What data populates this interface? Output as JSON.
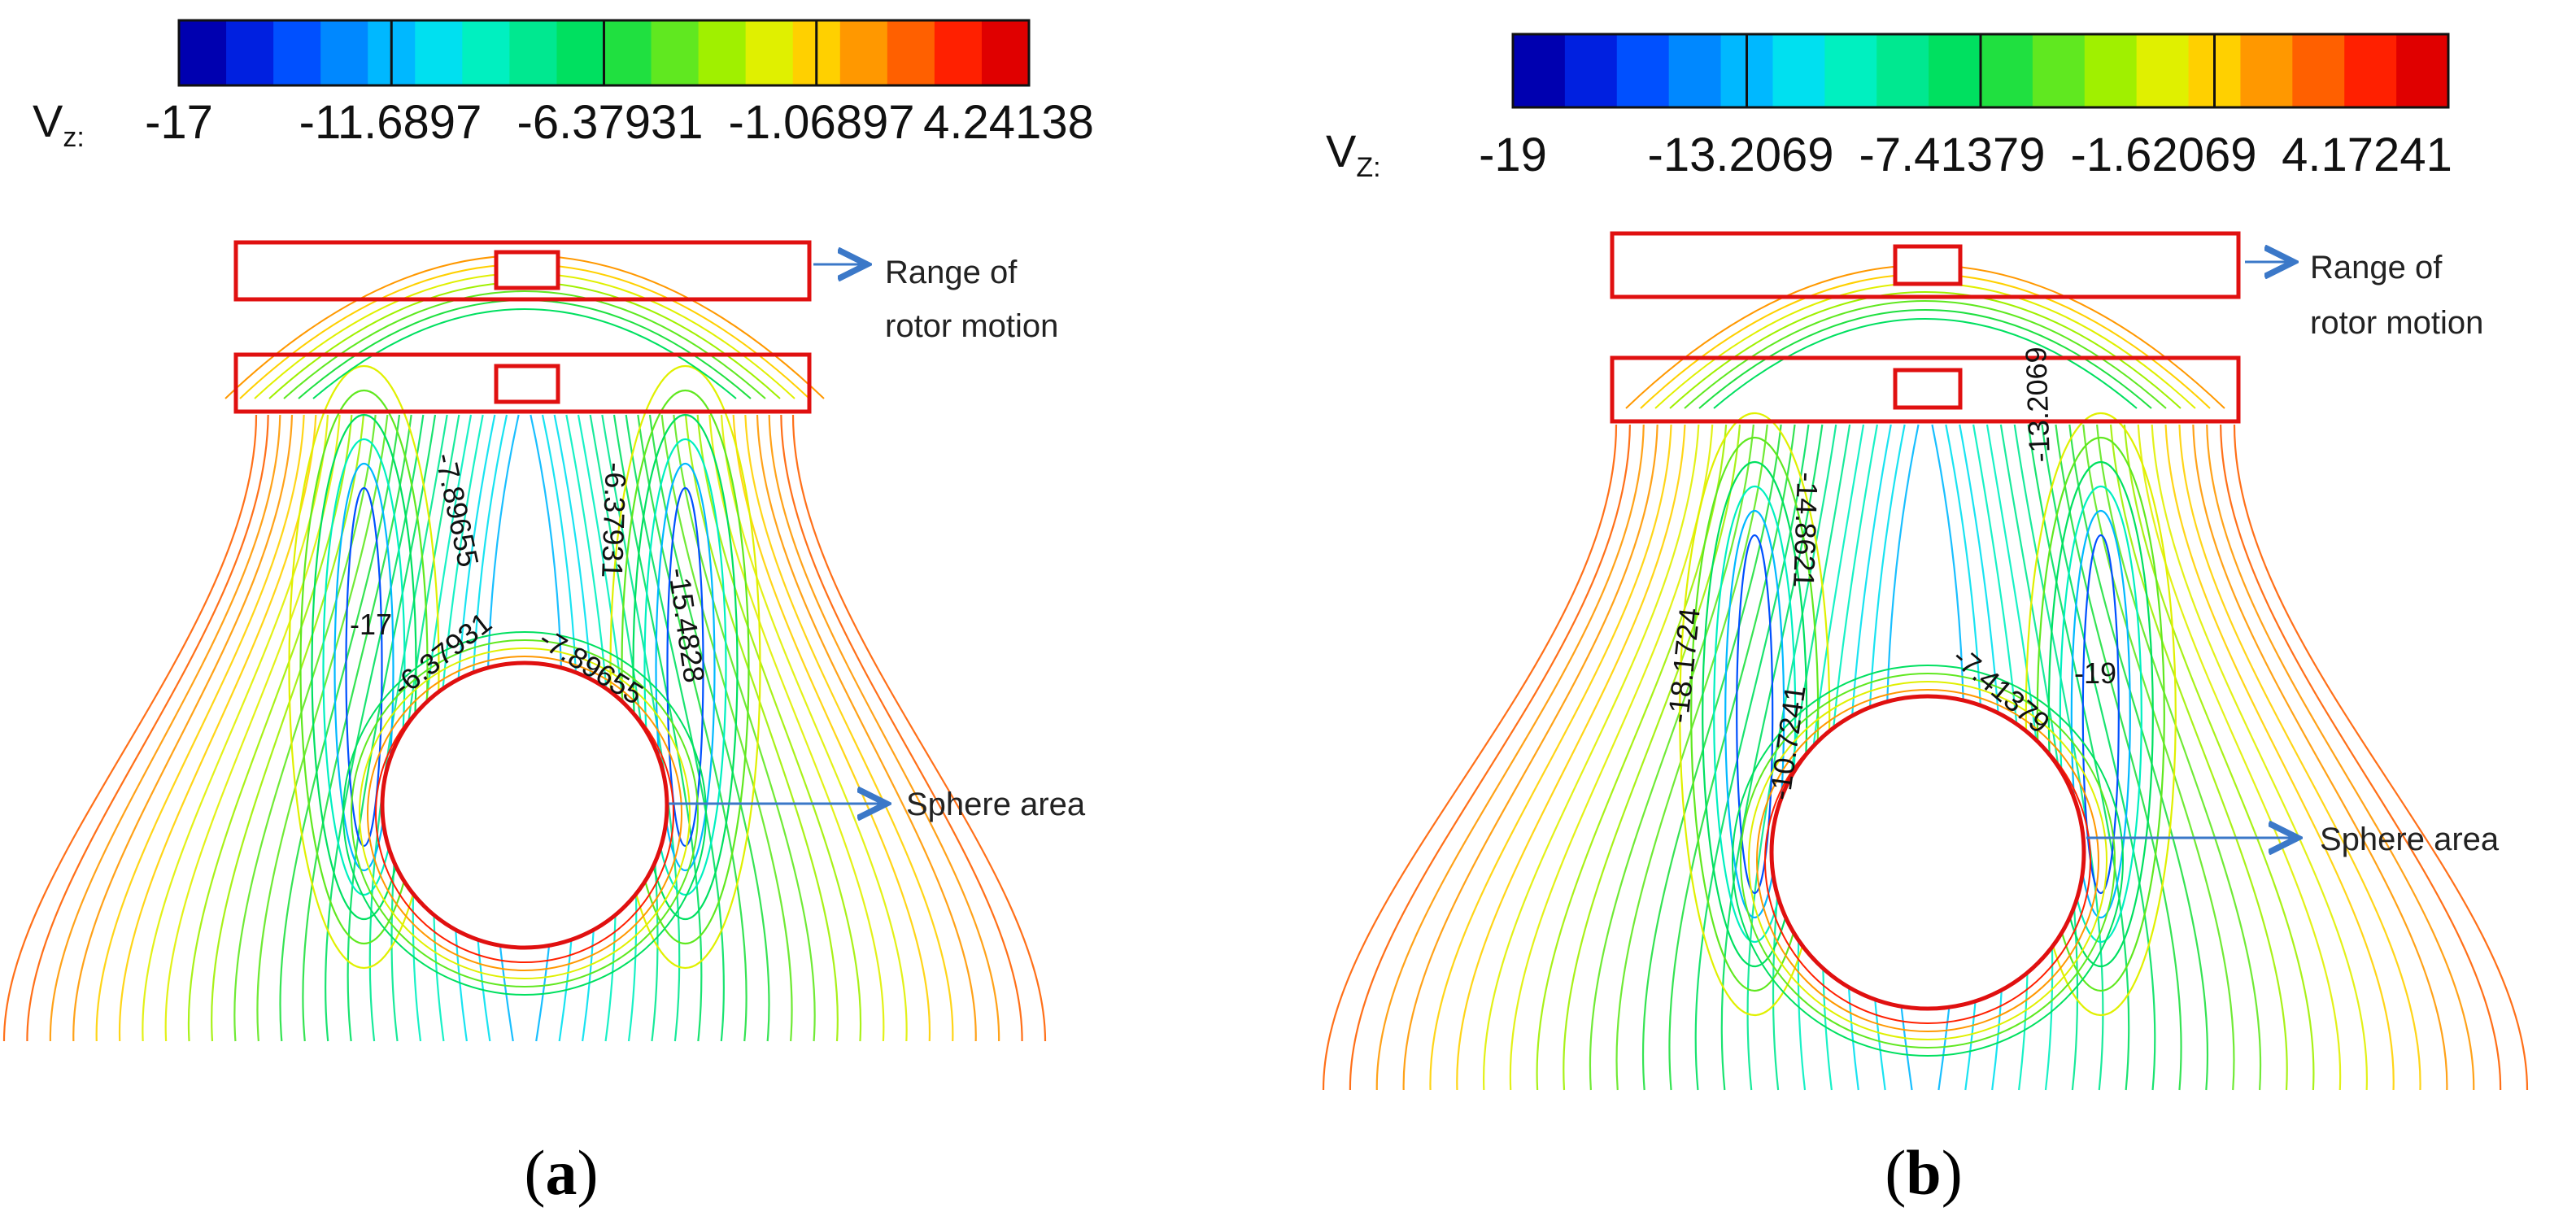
{
  "figure": {
    "panels": [
      {
        "id": "a",
        "label_open": "(",
        "label_letter": "a",
        "label_close": ")",
        "variable_main": "V",
        "variable_sub": "z:",
        "colorbar_ticks": [
          "-17",
          "-11.6897",
          "-6.37931",
          "-1.06897",
          "4.24138"
        ],
        "annotation_rotor_line1": "Range of",
        "annotation_rotor_line2": "rotor motion",
        "annotation_sphere": "Sphere area",
        "contour_labels": [
          "-7.89655",
          "-6.37931",
          "-15.4828",
          "-17",
          "-6.37931",
          "-7.89655"
        ]
      },
      {
        "id": "b",
        "label_open": "(",
        "label_letter": "b",
        "label_close": ")",
        "variable_main": "V",
        "variable_sub": "Z:",
        "colorbar_ticks": [
          "-19",
          "-13.2069",
          "-7.41379",
          "-1.62069",
          "4.17241"
        ],
        "annotation_rotor_line1": "Range of",
        "annotation_rotor_line2": "rotor motion",
        "annotation_sphere": "Sphere area",
        "contour_labels": [
          "-14.8621",
          "-13.2069",
          "-18.1724",
          "-19",
          "-10.7241",
          "-7.41379"
        ]
      }
    ],
    "colormap": [
      "#0000b0",
      "#0020e0",
      "#0050ff",
      "#0088ff",
      "#00b8ff",
      "#00e0f0",
      "#00f0c0",
      "#00e890",
      "#00e060",
      "#20e040",
      "#60e820",
      "#a0f000",
      "#e0f000",
      "#ffd000",
      "#ff9800",
      "#ff6000",
      "#ff2000",
      "#e00000"
    ],
    "rect_color": "#e01010",
    "arrow_color": "#3b78c8"
  }
}
